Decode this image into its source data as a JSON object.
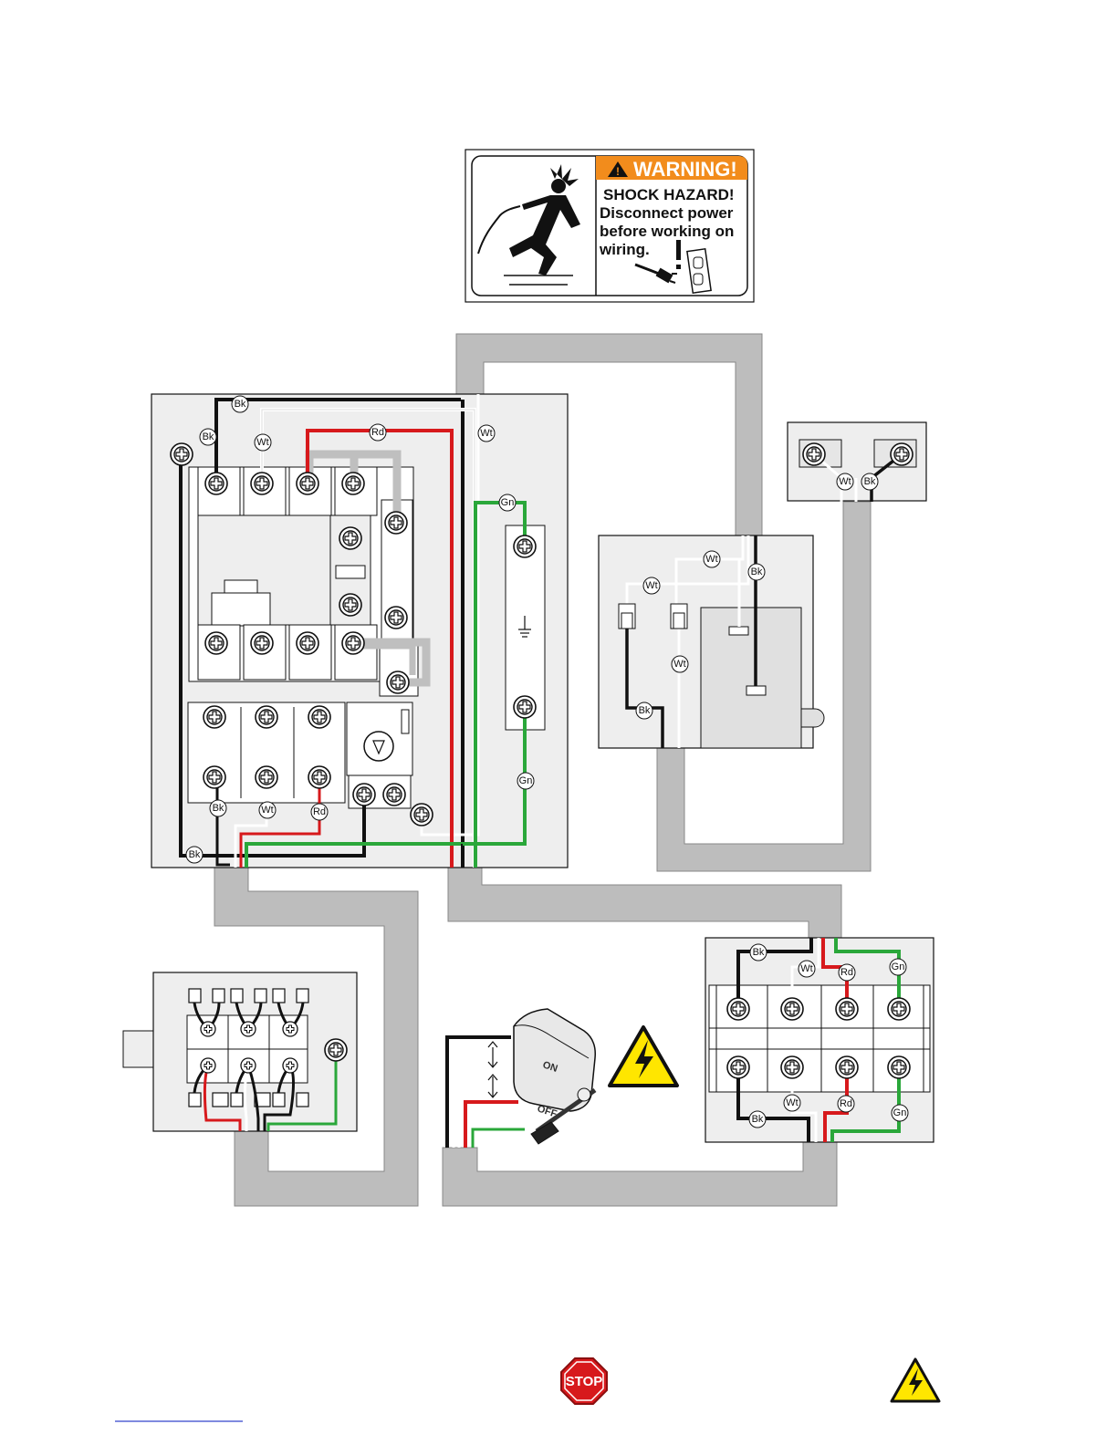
{
  "warning_label": {
    "header": "WARNING!",
    "lines": [
      "SHOCK HAZARD!",
      "Disconnect power",
      "before working on",
      "wiring."
    ]
  },
  "wire_labels": {
    "black": "Bk",
    "white": "Wt",
    "red": "Rd",
    "green": "Gn"
  },
  "switch_labels": {
    "on": "ON",
    "off": "OFF"
  },
  "stop_sign": "STOP",
  "colors": {
    "black_wire": "#111111",
    "white_wire": "#ffffff",
    "red_wire": "#d7191c",
    "green_wire": "#2aa73a",
    "conduit": "#bdbdbd",
    "box_fill": "#eeeeee",
    "warning_orange": "#f28c1c",
    "hazard_yellow": "#ffe600",
    "stop_red": "#d7191c"
  },
  "icons": [
    "shock-victim-icon",
    "plug-icon",
    "outlet-icon",
    "hazard-triangle-icon",
    "stop-sign-icon",
    "ground-symbol-icon",
    "screwdriver-icon"
  ]
}
